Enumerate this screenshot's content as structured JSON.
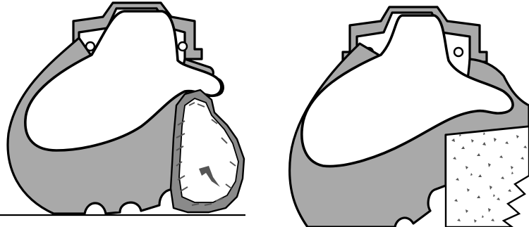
{
  "figure": {
    "panels": [
      {
        "id": "left",
        "obstacle": "rock"
      },
      {
        "id": "right",
        "obstacle": "curb"
      }
    ],
    "colors": {
      "rubber": "#a9a9a9",
      "outline": "#000000",
      "rock_shadow": "#8a8a8a",
      "background": "#ffffff"
    }
  }
}
